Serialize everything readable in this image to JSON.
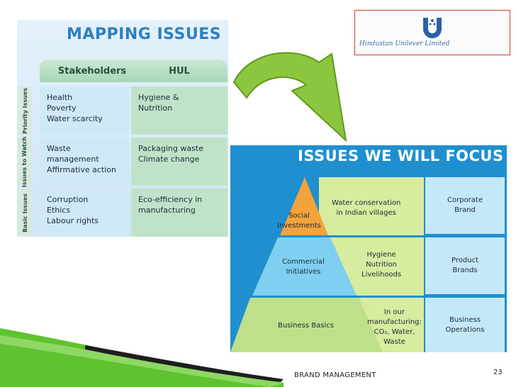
{
  "mapping": {
    "title": "MAPPING ISSUES",
    "col_headers": {
      "stakeholders": "Stakeholders",
      "hul": "HUL"
    },
    "rows": [
      {
        "side_label": "Priority Issues",
        "stakeholders": [
          "Health",
          "Poverty",
          "Water scarcity"
        ],
        "hul": [
          "Hygiene &",
          "Nutrition"
        ]
      },
      {
        "side_label": "Issues to Watch",
        "stakeholders": [
          "Waste",
          "management",
          "Affirmative action"
        ],
        "hul": [
          "Packaging waste",
          "Climate change"
        ]
      },
      {
        "side_label": "Basic Issues",
        "stakeholders": [
          "Corruption",
          "Ethics",
          "Labour rights"
        ],
        "hul": [
          "Eco-efficiency in",
          "manufacturing"
        ]
      }
    ]
  },
  "logo": {
    "text": "Hindustan Unilever Limited"
  },
  "focus": {
    "title": "ISSUES WE WILL FOCUS ON",
    "levels": [
      {
        "left": [
          "Social",
          "Investments"
        ],
        "middle": [
          "Water conservation",
          "in Indian villages"
        ],
        "right": [
          "Corporate",
          "Brand"
        ]
      },
      {
        "left": [
          "Commercial",
          "Initiatives"
        ],
        "middle": [
          "Hygiene",
          "Nutrition",
          "Livelihoods"
        ],
        "right": [
          "Product",
          "Brands"
        ]
      },
      {
        "left": [
          "Business Basics"
        ],
        "middle": [
          "In our",
          "manufacturing:",
          "CO₂, Water,",
          "Waste"
        ],
        "right": [
          "Business",
          "Operations"
        ]
      }
    ]
  },
  "footer": {
    "text": "BRAND MANAGEMENT",
    "page_number": "23"
  },
  "colors": {
    "title_blue": "#2d7fbf",
    "header_green": "#a8d6b6",
    "cell_blue": "#cfe9f8",
    "cell_green": "#bfe3c9",
    "focus_blue": "#1f8fcf",
    "pyramid_orange": "#f4a23a",
    "pyramid_blue": "#7fd0f0",
    "pyramid_green": "#bfe08a",
    "arrow_green": "#8cc63f",
    "footer_green": "#5fc330"
  }
}
